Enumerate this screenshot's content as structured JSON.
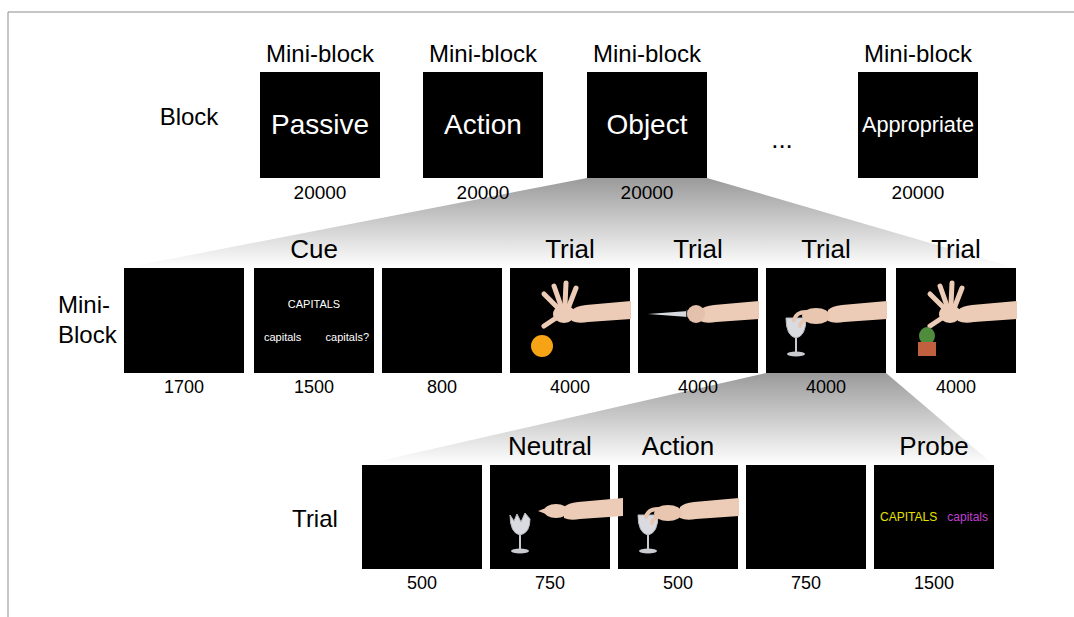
{
  "diagram": {
    "nodes": [
      {
        "text": [
          "Mini-block",
          "Passive",
          "20000"
        ]
      },
      {
        "text": [
          "Mini-block",
          "Action",
          "20000"
        ]
      },
      {
        "text": [
          "Mini-block",
          "Object",
          "20000"
        ]
      },
      {
        "text": [
          "Mini-block",
          "Appropriate",
          "20000"
        ]
      },
      {
        "text": [
          "1700"
        ]
      },
      {
        "text": [
          "Cue",
          "CAPITALS",
          "capitals",
          "capitals?",
          "1500"
        ]
      },
      {
        "text": [
          "800"
        ]
      },
      {
        "text": [
          "Trial",
          "4000"
        ]
      },
      {
        "text": [
          "Trial",
          "4000"
        ]
      },
      {
        "text": [
          "Trial",
          "4000"
        ]
      },
      {
        "text": [
          "Trial",
          "4000"
        ]
      },
      {
        "text": [
          "500"
        ]
      },
      {
        "text": [
          "Neutral",
          "750"
        ]
      },
      {
        "text": [
          "Action",
          "500"
        ]
      },
      {
        "text": [
          "750"
        ]
      },
      {
        "text": [
          "Probe",
          "CAPITALS",
          "capitals",
          "1500"
        ]
      }
    ],
    "labels": [
      "Block",
      "...",
      "Mini-Block",
      "Trial"
    ]
  }
}
